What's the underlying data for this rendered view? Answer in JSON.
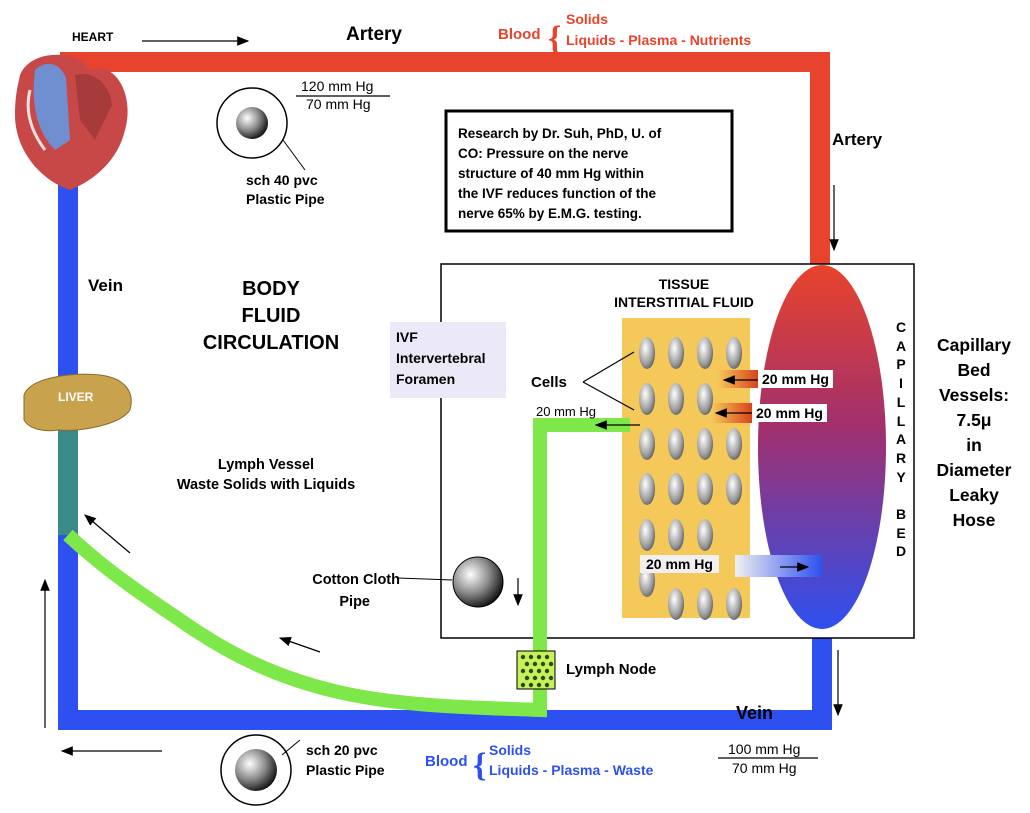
{
  "top": {
    "heart_label": "HEART",
    "artery_label": "Artery",
    "blood_word": "Blood",
    "blood_solids": "Solids",
    "blood_liquids": "Liquids - Plasma - Nutrients",
    "pressure_num": "120 mm Hg",
    "pressure_den": "70 mm  Hg",
    "pipe_label_1": "sch 40 pvc",
    "pipe_label_2": "Plastic Pipe"
  },
  "research_box": {
    "lines": [
      "Research by Dr. Suh, PhD, U. of",
      "CO:  Pressure on the nerve",
      "structure of 40 mm Hg within",
      "the IVF  reduces function of the",
      "nerve 65% by E.M.G. testing."
    ]
  },
  "right": {
    "artery_label": "Artery",
    "capillary_letters": [
      "C",
      "A",
      "P",
      "I",
      "L",
      "L",
      "A",
      "R",
      "Y",
      "",
      "B",
      "E",
      "D"
    ],
    "capillary_info": [
      "Capillary",
      "Bed",
      "Vessels:",
      "7.5μ",
      "in",
      "Diameter",
      "Leaky",
      "Hose"
    ]
  },
  "left": {
    "vein_label": "Vein",
    "title_lines": [
      "BODY",
      "FLUID",
      "CIRCULATION"
    ],
    "liver_label": "LIVER",
    "lymph_line1": "Lymph Vessel",
    "lymph_line2": "Waste Solids with Liquids",
    "cotton_line1": "Cotton Cloth",
    "cotton_line2": "Pipe"
  },
  "ivf": {
    "lines": [
      "IVF",
      "Intervertebral",
      "Foramen"
    ]
  },
  "tissue": {
    "title_1": "TISSUE",
    "title_2": "INTERSTITIAL FLUID",
    "cells_label": "Cells",
    "pressure_a": "20 mm Hg",
    "pressure_b": "20 mm Hg",
    "pressure_c": "20 mm Hg",
    "pressure_d": "20 mm Hg"
  },
  "bottom": {
    "lymph_node_label": "Lymph Node",
    "vein_label": "Vein",
    "pipe_label_1": "sch 20 pvc",
    "pipe_label_2": "Plastic Pipe",
    "blood_word": "Blood",
    "blood_solids": "Solids",
    "blood_liquids": "Liquids - Plasma - Waste",
    "pressure_num": "100 mm Hg",
    "pressure_den": "70 mm Hg"
  },
  "colors": {
    "artery": "#e8432c",
    "vein": "#2e50f0",
    "lymph": "#7ee84a",
    "tissue": "#f5c85a",
    "liver": "#c9a24e",
    "teal": "#3a8a8a",
    "ivf_bg": "#ebe8f8"
  }
}
